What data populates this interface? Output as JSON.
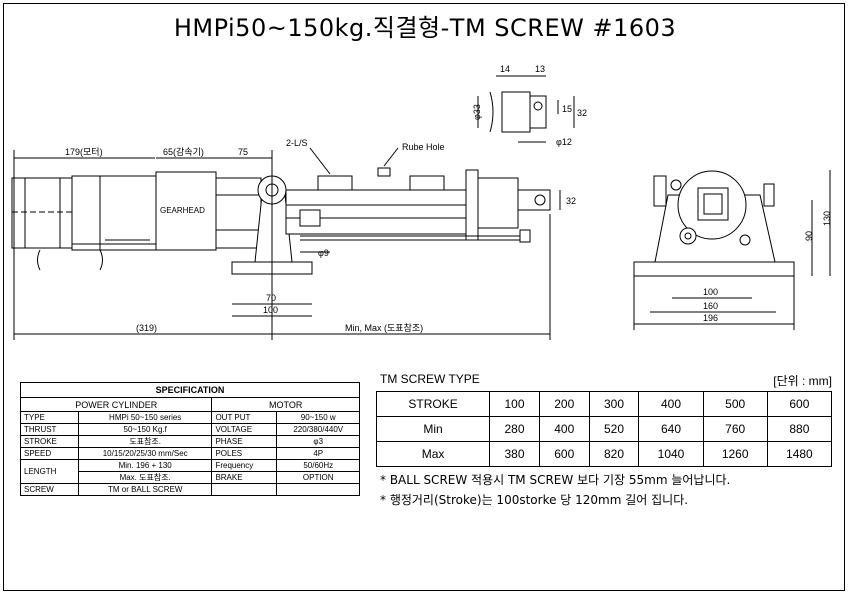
{
  "title": "HMPi50~150kg.직결형-TM SCREW #1603",
  "drawing": {
    "dim_179": "179(모터)",
    "dim_65": "65(감속기)",
    "dim_75": "75",
    "label_2ls": "2-L/S",
    "label_rube": "Rube Hole",
    "label_gearhead": "GEARHEAD",
    "dim_32_side": "32",
    "dim_phi9": "φ9",
    "dim_70": "70",
    "dim_100_bottom": "100",
    "dim_319": "(319)",
    "dim_minmax": "Min, Max (도표참조)",
    "detail_14": "14",
    "detail_13": "13",
    "detail_phi33": "φ33",
    "detail_15": "15",
    "detail_32": "32",
    "detail_phi12": "φ12",
    "end_100": "100",
    "end_160": "160",
    "end_196": "196",
    "end_90": "90",
    "end_130": "130"
  },
  "spec": {
    "title": "SPECIFICATION",
    "power_cylinder": "POWER CYLINDER",
    "motor": "MOTOR",
    "rows": [
      {
        "k1": "TYPE",
        "v1": "HMPi 50~150 series",
        "k2": "OUT PUT",
        "v2": "90~150 w"
      },
      {
        "k1": "THRUST",
        "v1": "50~150 Kg.f",
        "k2": "VOLTAGE",
        "v2": "220/380/440V"
      },
      {
        "k1": "STROKE",
        "v1": "도표참조.",
        "k2": "PHASE",
        "v2": "φ3"
      },
      {
        "k1": "SPEED",
        "v1": "10/15/20/25/30 mm/Sec",
        "k2": "POLES",
        "v2": "4P"
      }
    ],
    "length_key": "LENGTH",
    "length_v1": "Min. 196 + 130",
    "length_v2": "Max. 도표참조.",
    "freq_key": "Frequency",
    "freq_val": "50/60Hz",
    "brake_key": "BRAKE",
    "brake_val": "OPTION",
    "screw_key": "SCREW",
    "screw_val": "TM or BALL SCREW"
  },
  "tm": {
    "title": "TM SCREW TYPE",
    "unit": "[단위 : mm]",
    "header": [
      "STROKE",
      "100",
      "200",
      "300",
      "400",
      "500",
      "600"
    ],
    "rows": [
      [
        "Min",
        "280",
        "400",
        "520",
        "640",
        "760",
        "880"
      ],
      [
        "Max",
        "380",
        "600",
        "820",
        "1040",
        "1260",
        "1480"
      ]
    ]
  },
  "notes": [
    "* BALL SCREW 적용시 TM SCREW 보다 기장 55mm 늘어납니다.",
    "* 행정거리(Stroke)는 100storke 당 120mm 길어 집니다."
  ]
}
